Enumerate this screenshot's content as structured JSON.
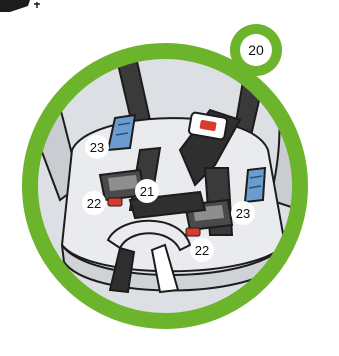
{
  "step": {
    "number": "20"
  },
  "callouts": [
    {
      "id": "21",
      "label": "21",
      "target": "center-harness-adjuster"
    },
    {
      "id": "22a",
      "label": "22",
      "target": "left-harness-clip"
    },
    {
      "id": "22b",
      "label": "22",
      "target": "right-harness-clip"
    },
    {
      "id": "23a",
      "label": "23",
      "target": "left-lower-anchor-connector"
    },
    {
      "id": "23b",
      "label": "23",
      "target": "right-lower-anchor-connector"
    }
  ],
  "colors": {
    "ring": "#6cb42c",
    "accent_red": "#d93a2b",
    "connector_blue": "#6a9ccf",
    "shell_gray": "#e6e8eb",
    "outline": "#1c1c1c"
  }
}
